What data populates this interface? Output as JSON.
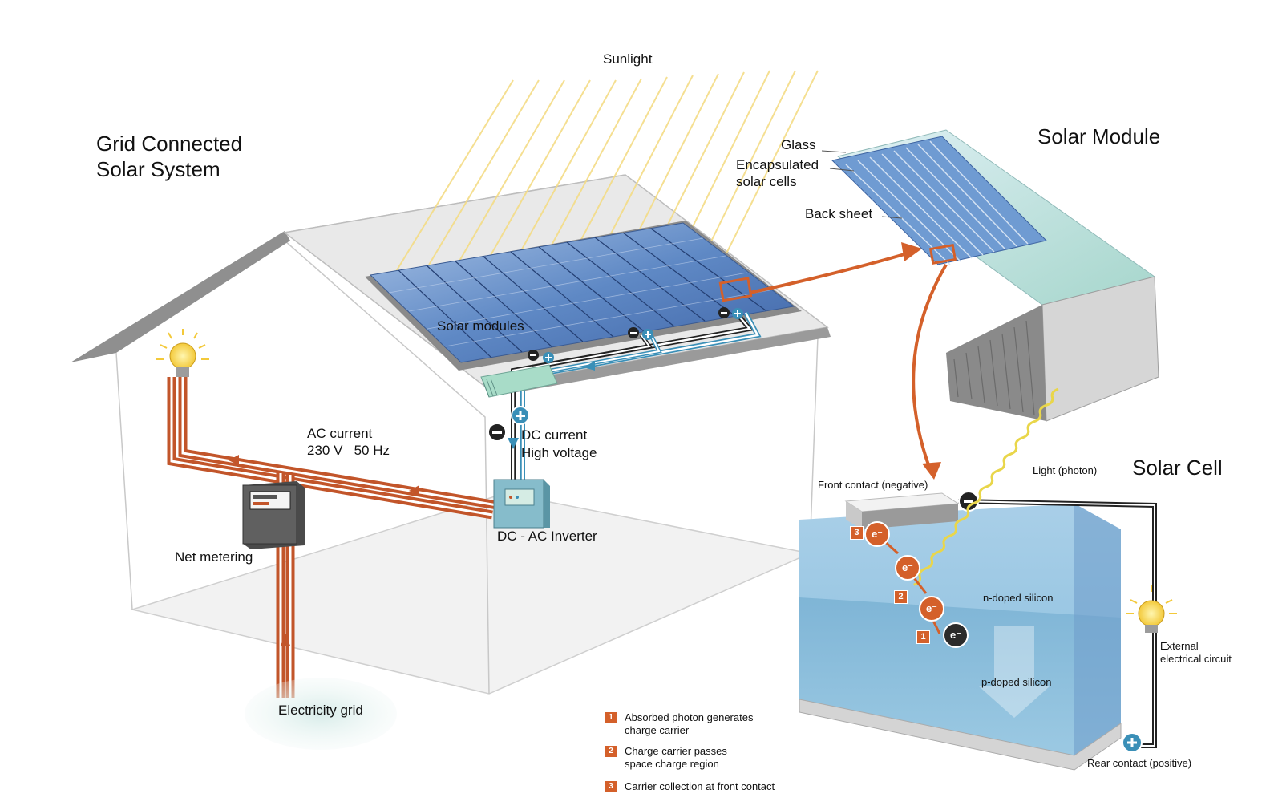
{
  "titles": {
    "system_line1": "Grid Connected",
    "system_line2": "Solar System",
    "module": "Solar Module",
    "cell": "Solar Cell"
  },
  "labels": {
    "sunlight": "Sunlight",
    "glass": "Glass",
    "encapsulated_line1": "Encapsulated",
    "encapsulated_line2": "solar cells",
    "back_sheet": "Back sheet",
    "solar_modules": "Solar modules",
    "ac_current_line1": "AC current",
    "ac_current_line2": "230 V   50 Hz",
    "dc_current_line1": "DC current",
    "dc_current_line2": "High voltage",
    "inverter": "DC - AC Inverter",
    "net_metering": "Net metering",
    "electricity_grid": "Electricity grid",
    "front_contact": "Front contact (negative)",
    "light_photon": "Light (photon)",
    "n_doped": "n-doped silicon",
    "p_doped": "p-doped silicon",
    "external_line1": "External",
    "external_line2": "electrical circuit",
    "rear_contact": "Rear contact (positive)",
    "electron": "e⁻",
    "minus": "−",
    "plus": "+"
  },
  "legend": [
    {
      "num": "1",
      "line1": "Absorbed photon generates",
      "line2": "charge carrier"
    },
    {
      "num": "2",
      "line1": "Charge carrier passes",
      "line2": "space charge region"
    },
    {
      "num": "3",
      "line1": "Carrier collection at front contact",
      "line2": ""
    }
  ],
  "colors": {
    "ac_wire": "#c2552a",
    "dc_wire": "#3a8fb7",
    "accent_orange": "#d4602a",
    "panel_blue": "#5b86c4",
    "cell_blue": "#8ec0df",
    "sun_rays": "#f4dc86"
  }
}
